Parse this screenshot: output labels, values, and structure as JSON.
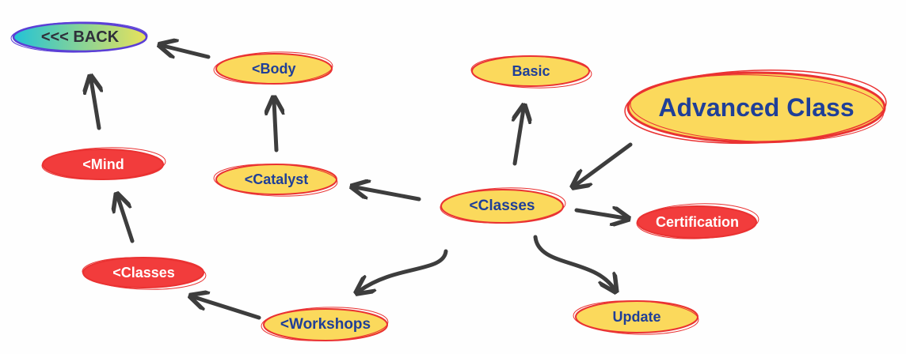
{
  "colors": {
    "yellow_fill": "#fbd95c",
    "red_fill": "#f23c3c",
    "red_stroke": "#ea3232",
    "blue_text": "#1f3f98",
    "arrow": "#3d3d3d",
    "back_gradient_start": "#22c3d6",
    "back_gradient_end": "#e9e25a",
    "back_border": "#5b3fd6"
  },
  "nodes": {
    "back": {
      "label": "<<< BACK",
      "icon": "back-arrows"
    },
    "body": {
      "label": "<Body"
    },
    "mind": {
      "label": "<Mind"
    },
    "catalyst": {
      "label": "<Catalyst"
    },
    "classes_left": {
      "label": "<Classes"
    },
    "workshops": {
      "label": "<Workshops"
    },
    "classes_center": {
      "label": "<Classes"
    },
    "basic": {
      "label": "Basic"
    },
    "advanced_class": {
      "label": "Advanced Class"
    },
    "certification": {
      "label": "Certification"
    },
    "update": {
      "label": "Update"
    }
  }
}
